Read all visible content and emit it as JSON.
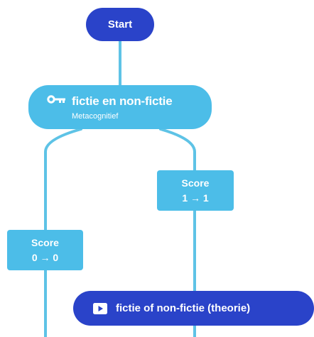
{
  "nodes": {
    "start": {
      "label": "Start"
    },
    "activity": {
      "title": "fictie en non-fictie",
      "subtitle": "Metacognitief",
      "icon": "key-icon"
    },
    "score_right": {
      "label": "Score",
      "value": "1 → 1"
    },
    "score_left": {
      "label": "Score",
      "value": "0 → 0"
    },
    "theory": {
      "title": "fictie of non-fictie (theorie)",
      "icon": "video-icon"
    }
  },
  "colors": {
    "primary_dark": "#2a43c9",
    "primary_light": "#4cbde8",
    "connector": "#5ec3e6",
    "text": "#ffffff"
  }
}
